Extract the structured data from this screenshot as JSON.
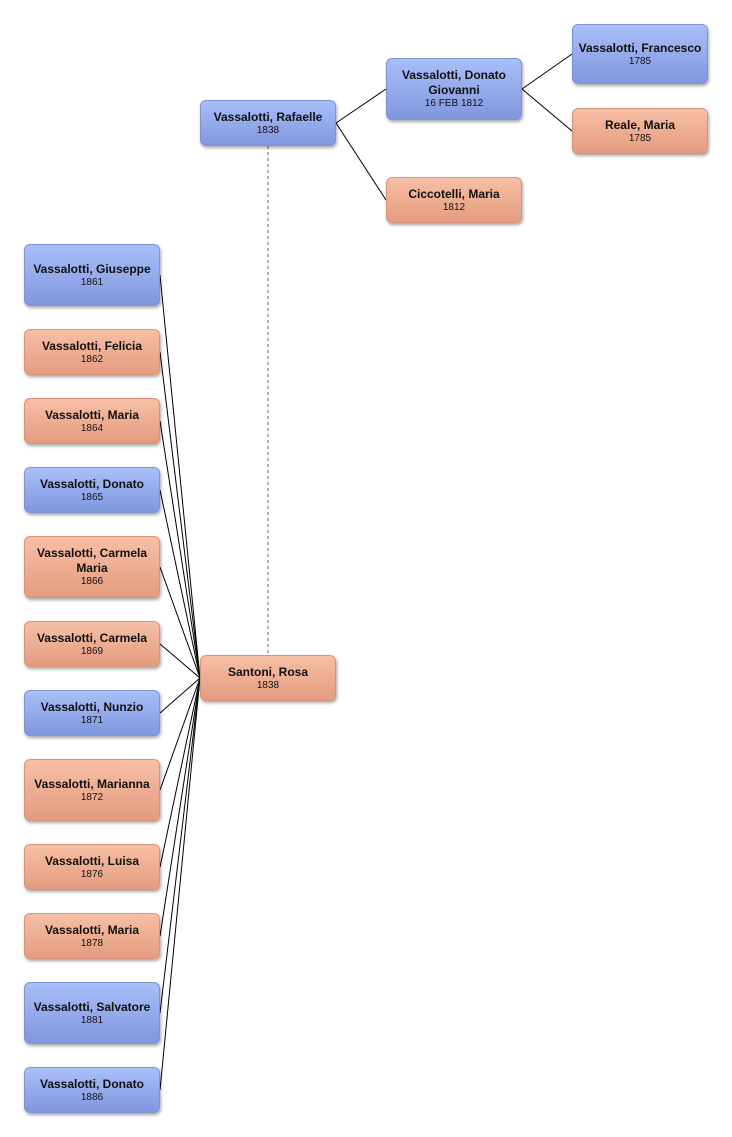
{
  "people": {
    "rafaelle": {
      "name": "Vassalotti, Rafaelle",
      "date": "1838",
      "sex": "male"
    },
    "donato_giovanni": {
      "name": "Vassalotti, Donato Giovanni",
      "date": "16 FEB 1812",
      "sex": "male"
    },
    "francesco": {
      "name": "Vassalotti, Francesco",
      "date": "1785",
      "sex": "male"
    },
    "reale_maria": {
      "name": "Reale, Maria",
      "date": "1785",
      "sex": "female"
    },
    "ciccotelli_maria": {
      "name": "Ciccotelli, Maria",
      "date": "1812",
      "sex": "female"
    },
    "santoni_rosa": {
      "name": "Santoni, Rosa",
      "date": "1838",
      "sex": "female"
    }
  },
  "children": [
    {
      "name": "Vassalotti, Giuseppe",
      "date": "1861",
      "sex": "male"
    },
    {
      "name": "Vassalotti, Felicia",
      "date": "1862",
      "sex": "female"
    },
    {
      "name": "Vassalotti, Maria",
      "date": "1864",
      "sex": "female"
    },
    {
      "name": "Vassalotti, Donato",
      "date": "1865",
      "sex": "male"
    },
    {
      "name": "Vassalotti, Carmela Maria",
      "date": "1866",
      "sex": "female"
    },
    {
      "name": "Vassalotti, Carmela",
      "date": "1869",
      "sex": "female"
    },
    {
      "name": "Vassalotti, Nunzio",
      "date": "1871",
      "sex": "male"
    },
    {
      "name": "Vassalotti, Marianna",
      "date": "1872",
      "sex": "female"
    },
    {
      "name": "Vassalotti, Luisa",
      "date": "1876",
      "sex": "female"
    },
    {
      "name": "Vassalotti, Maria",
      "date": "1878",
      "sex": "female"
    },
    {
      "name": "Vassalotti, Salvatore",
      "date": "1881",
      "sex": "male"
    },
    {
      "name": "Vassalotti, Donato",
      "date": "1886",
      "sex": "male"
    }
  ],
  "colors": {
    "male": "#8ea5e8",
    "female": "#eeab8f",
    "line": "#000000"
  }
}
